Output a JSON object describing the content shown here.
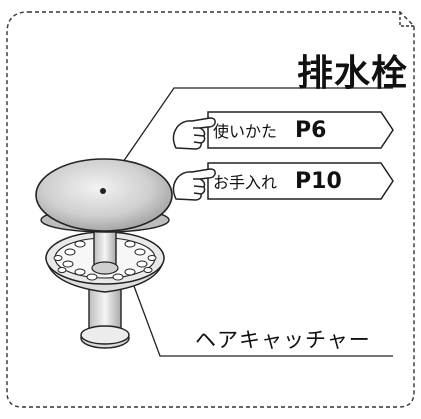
{
  "title": "排水栓",
  "links": [
    {
      "label": "使いかた",
      "page": "P6"
    },
    {
      "label": "お手入れ",
      "page": "P10"
    }
  ],
  "part_label": "ヘアキャッチャー",
  "icons": [
    "pointing-hand-icon",
    "pointing-hand-icon"
  ],
  "colors": {
    "line": "#222222",
    "cap_fill": "#cfcfcf",
    "metal": "#e6e6e6"
  }
}
